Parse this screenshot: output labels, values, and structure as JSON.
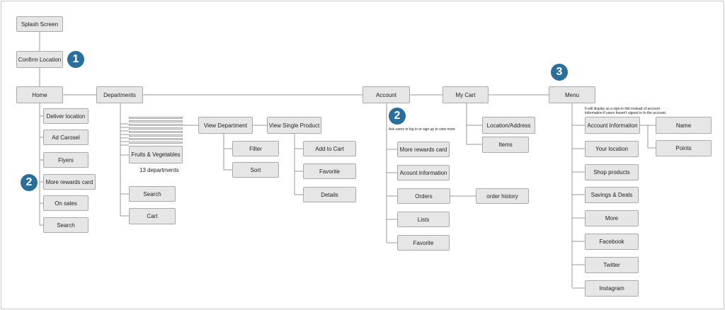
{
  "nodes": {
    "splash": "Splash Screen",
    "confirm_location": "Confirm Location",
    "home": "Home",
    "deliver_location": "Deliver location",
    "ad_carosel": "Ad Carosel",
    "flyers": "Flyers",
    "more_rewards_home": "More rewards card",
    "on_sales": "On sales",
    "search_home": "Search",
    "departments": "Departments",
    "fruits_vegetables": "Fruits & Vegetables",
    "dept_count": "13 departments",
    "search_dept": "Search",
    "cart_dept": "Cart",
    "view_department": "View Department",
    "filter": "Filter",
    "sort": "Sort",
    "view_single_product": "View Single Product",
    "add_to_cart": "Add to Cart",
    "favorite_product": "Favorite",
    "details": "Details",
    "account": "Account",
    "more_rewards_account": "More rewards card",
    "account_information": "Acount information",
    "orders": "Orders",
    "order_history": "order history",
    "lists": "Lists",
    "favorite_account": "Favorite",
    "my_cart": "My Cart",
    "location_address": "Location/Address",
    "items": "Items",
    "menu": "Menu",
    "account_informaiton": "Account Informaiton",
    "name": "Name",
    "points": "Points",
    "your_location": "Your location",
    "shop_products": "Shop products",
    "savings_deals": "Savings & Deals",
    "more": "More",
    "facebook": "Facebook",
    "twitter": "Twitter",
    "instagram": "Instagram"
  },
  "badges": {
    "b1": "1",
    "b2a": "2",
    "b2b": "2",
    "b3": "3"
  },
  "notes": {
    "account_note": "Ask users to log in or sign up to view more",
    "menu_note": "It will display as a sign-in link instead of account information if users haven't signed in to the account."
  },
  "colors": {
    "node_fill": "#e6e6e6",
    "node_border": "#a9a9a9",
    "line": "#9a9a9a",
    "badge": "#2a6f9b"
  }
}
